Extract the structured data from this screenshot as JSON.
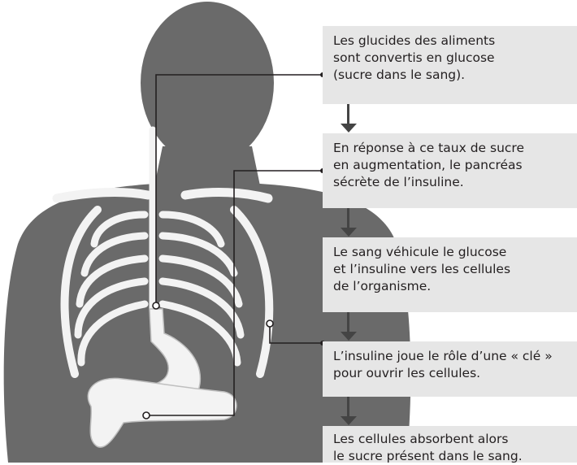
{
  "steps": [
    {
      "text": "Les glucides des aliments\nsont convertis en glucose\n(sucre dans le sang)."
    },
    {
      "text": "En réponse à ce taux de sucre\nen augmentation, le pancréas\nsécrète de l’insuline."
    },
    {
      "text": "Le sang véhicule le glucose\net l’insuline vers les cellules\nde l’organisme."
    },
    {
      "text": "L’insuline joue le rôle d’une « clé »\npour ouvrir les cellules."
    },
    {
      "text": "Les cellules absorbent alors\nle sucre présent dans le sang."
    }
  ],
  "colors": {
    "body_silhouette": "#6a6a6a",
    "bones_and_organs": "#f3f3f3",
    "panel_background": "#e6e6e6",
    "text": "#231f20",
    "connector_lines": "#231f20",
    "arrows": "#444444"
  }
}
